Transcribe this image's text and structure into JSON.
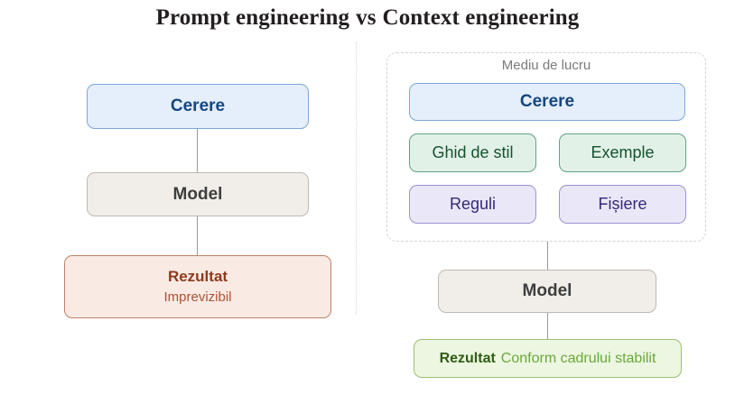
{
  "title": {
    "left_part": "Prompt engineering",
    "separator": "vs",
    "right_part": "Context engineering"
  },
  "left_column": {
    "request_label": "Cerere",
    "model_label": "Model",
    "result_heading": "Rezultat",
    "result_subtext": "Imprevizibil"
  },
  "right_column": {
    "environment_title": "Mediu de lucru",
    "request_label": "Cerere",
    "context_items": [
      {
        "label": "Ghid de stil",
        "kind": "green"
      },
      {
        "label": "Exemple",
        "kind": "green"
      },
      {
        "label": "Reguli",
        "kind": "purple"
      },
      {
        "label": "Fișiere",
        "kind": "purple"
      }
    ],
    "model_label": "Model",
    "result_heading": "Rezultat",
    "result_subtext": "Conform cadrului stabilit"
  },
  "colors": {
    "title_text": "#231f20",
    "request_fill": "#e5eefb",
    "request_border": "#7ba7d7",
    "request_text": "#14477f",
    "model_fill": "#f1eee9",
    "model_border": "#bdbab4",
    "model_text": "#3e3e3e",
    "bad_result_fill": "#faeae4",
    "bad_result_border": "#c08268",
    "bad_result_text": "#9c4a2b",
    "good_result_fill": "#edf6e1",
    "good_result_border": "#9dbf73",
    "good_result_heading": "#2e5c15",
    "good_result_text": "#6aa83c",
    "green_fill": "#e2f1e8",
    "green_border": "#62a287",
    "green_text": "#14532f",
    "purple_fill": "#eae7f8",
    "purple_border": "#9b93d2",
    "purple_text": "#342a78",
    "connector": "#9a9a9a",
    "divider": "#d7d7d7",
    "env_border": "#d2d2d2",
    "env_title_text": "#7b7b7b"
  }
}
